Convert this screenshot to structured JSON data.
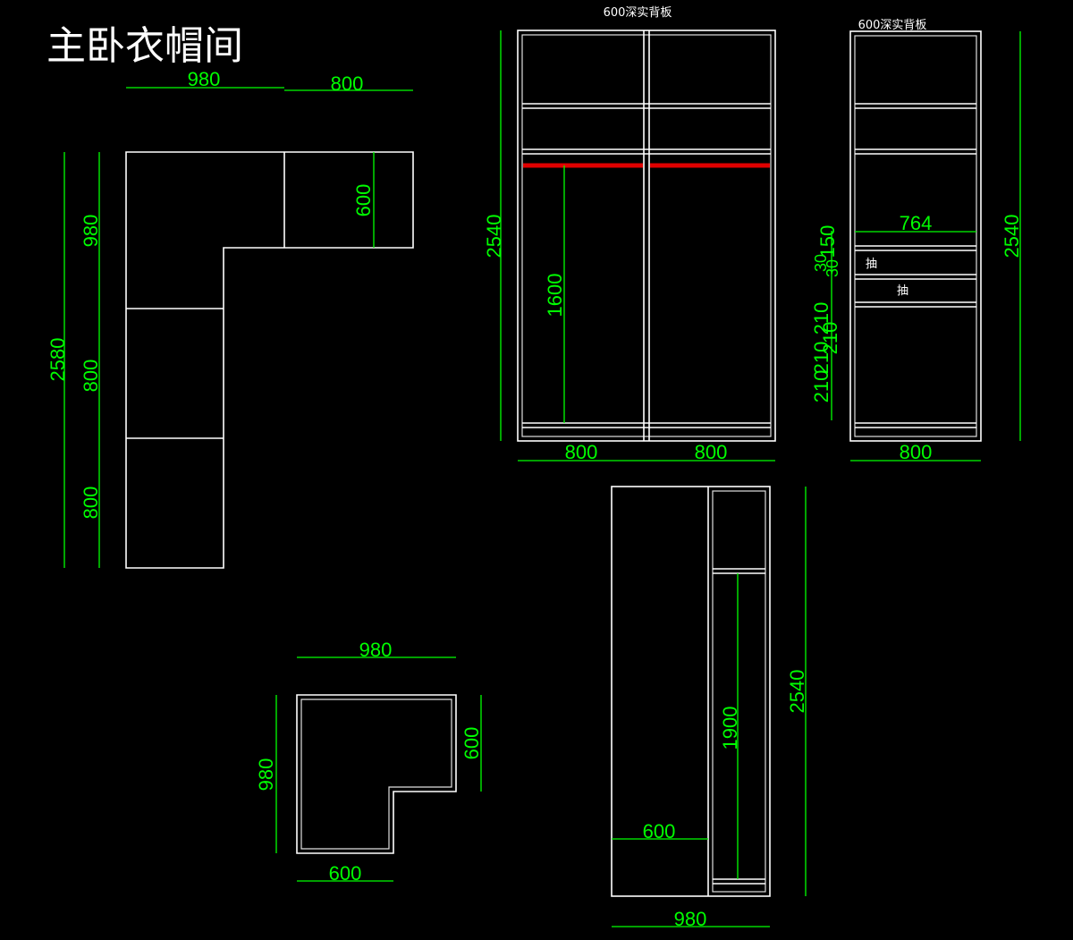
{
  "title": "主卧衣帽间",
  "back_panel_note": "600深实背板",
  "drawer_label": "抽",
  "colors": {
    "background": "#000000",
    "lines": "#ffffff",
    "dimensions": "#00ff00",
    "hanging_rod": "#e00000"
  },
  "plan_view": {
    "dims": {
      "top_left": "980",
      "top_right": "800",
      "total_height": "2580",
      "seg1": "980",
      "seg2": "800",
      "seg3": "800",
      "inner_depth": "600"
    }
  },
  "front_elevation": {
    "dims": {
      "height": "2540",
      "hang": "1600",
      "width_left": "800",
      "width_right": "800"
    }
  },
  "side_elevation": {
    "dims": {
      "height": "2540",
      "inner_width": "764",
      "width": "800",
      "stack_a": "150",
      "stack_b": "210",
      "stack_c": "210",
      "stack_d": "210",
      "stack_e": "210",
      "stack_f": "30",
      "stack_g": "30"
    }
  },
  "corner_plan": {
    "dims": {
      "width": "980",
      "height": "980",
      "arm_depth": "600",
      "bottom_width": "600"
    }
  },
  "corner_elevation": {
    "dims": {
      "height": "2540",
      "hang": "1900",
      "inner_width": "600",
      "width": "980"
    }
  }
}
